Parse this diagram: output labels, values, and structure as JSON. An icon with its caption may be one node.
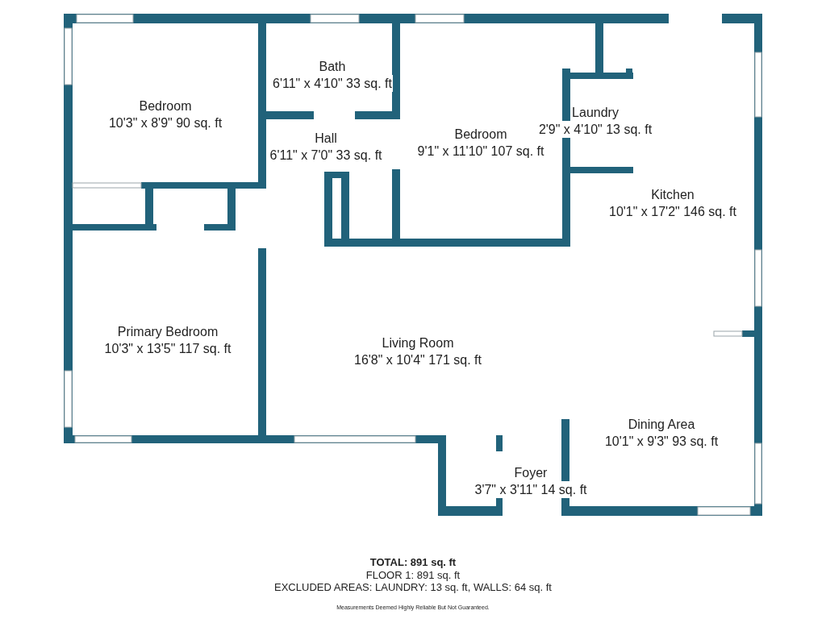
{
  "diagram": {
    "nodes": [
      {
        "text": [
          "Bedroom",
          "10'3\" x 8'9\" 90 sq. ft"
        ]
      },
      {
        "text": [
          "Bath",
          "6'11\" x 4'10\" 33 sq. ft"
        ]
      },
      {
        "text": [
          "Hall",
          "6'11\" x 7'0\" 33 sq. ft"
        ]
      },
      {
        "text": [
          "Bedroom",
          "9'1\" x 11'10\" 107 sq. ft"
        ]
      },
      {
        "text": [
          "Laundry",
          "2'9\" x 4'10\" 13 sq. ft"
        ]
      },
      {
        "text": [
          "Kitchen",
          "10'1\" x 17'2\" 146 sq. ft"
        ]
      },
      {
        "text": [
          "Primary Bedroom",
          "10'3\" x 13'5\" 117 sq. ft"
        ]
      },
      {
        "text": [
          "Living Room",
          "16'8\" x 10'4\" 171 sq. ft"
        ]
      },
      {
        "text": [
          "Dining Area",
          "10'1\" x 9'3\" 93 sq. ft"
        ]
      },
      {
        "text": [
          "Foyer",
          "3'7\" x 3'11\" 14 sq. ft"
        ]
      }
    ],
    "labels": [
      "TOTAL: 891 sq. ft",
      "FLOOR 1: 891 sq. ft",
      "EXCLUDED AREAS: LAUNDRY: 13 sq. ft, WALLS: 64 sq. ft",
      "Measurements Deemed Highly Reliable But Not Guaranteed."
    ]
  }
}
